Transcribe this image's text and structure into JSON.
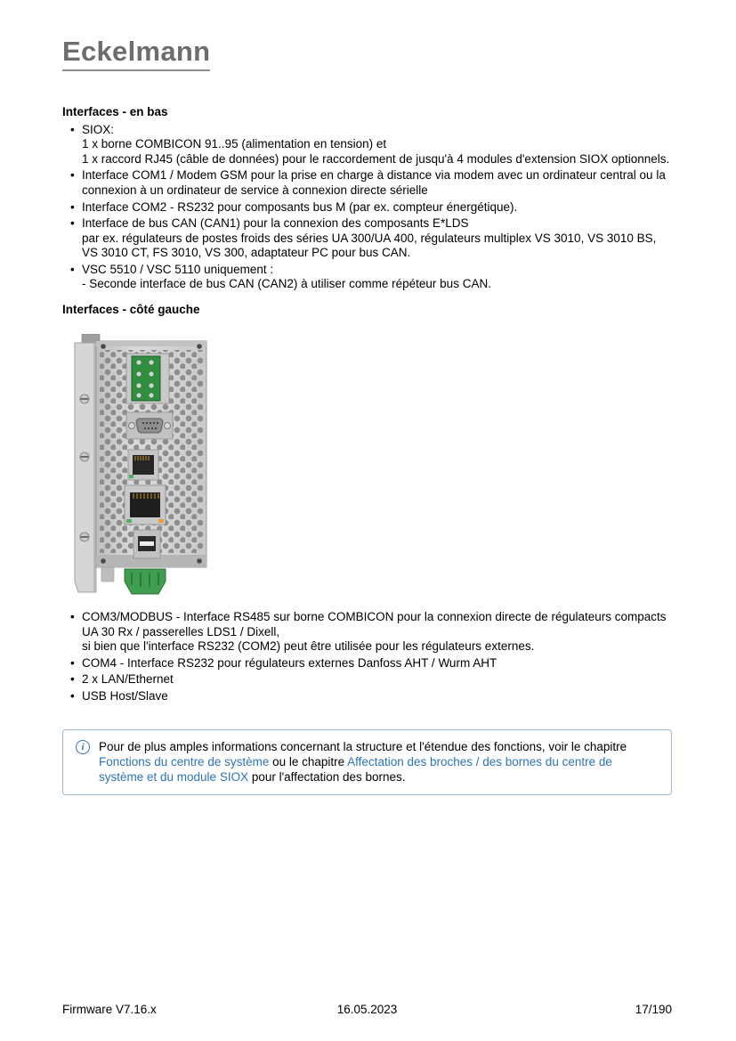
{
  "logo": {
    "text": "Eckelmann"
  },
  "sections": {
    "bottom": {
      "heading": "Interfaces - en bas",
      "items": [
        "SIOX:\n1 x borne COMBICON 91..95 (alimentation en tension) et\n1 x raccord RJ45 (câble de données) pour le raccordement de jusqu'à 4 modules d'extension SIOX optionnels.",
        "Interface COM1 / Modem GSM pour la prise en charge à distance via modem avec un ordinateur central ou la connexion à un ordinateur de service à connexion directe sérielle",
        "Interface COM2 - RS232 pour composants bus M (par ex. compteur énergétique).",
        "Interface de bus CAN (CAN1) pour la connexion des composants E*LDS\npar ex. régulateurs de postes froids des séries UA 300/UA 400, régulateurs multiplex VS 3010, VS 3010 BS, VS 3010 CT, FS 3010, VS 300, adaptateur PC pour bus CAN.",
        "VSC 5510 / VSC 5110 uniquement :\n- Seconde interface de bus CAN (CAN2) à utiliser comme répéteur bus CAN."
      ]
    },
    "left": {
      "heading": "Interfaces - côté gauche",
      "items": [
        "COM3/MODBUS - Interface RS485 sur borne COMBICON pour la connexion directe de régulateurs compacts UA 30 Rx / passerelles LDS1 / Dixell,\nsi bien que l'interface RS232 (COM2) peut être utilisée pour les régulateurs externes.",
        "COM4 - Interface RS232 pour régulateurs externes Danfoss AHT / Wurm AHT",
        "2 x LAN/Ethernet",
        "USB Host/Slave"
      ]
    }
  },
  "infobox": {
    "icon": "i",
    "parts": [
      "Pour de plus amples informations concernant la structure et l'étendue des fonctions, voir le chapitre ",
      "Fonctions du centre de système",
      " ou le chapitre ",
      "Affectation des broches / des bornes du centre de système et du module SIOX",
      " pour l'affectation des bornes."
    ]
  },
  "footer": {
    "left": "Firmware V7.16.x",
    "center": "16.05.2023",
    "right": "17/190"
  },
  "colors": {
    "link": "#2e74b5",
    "infobox_border": "#9fb6cd",
    "logo_gray": "#6d6d6d"
  }
}
